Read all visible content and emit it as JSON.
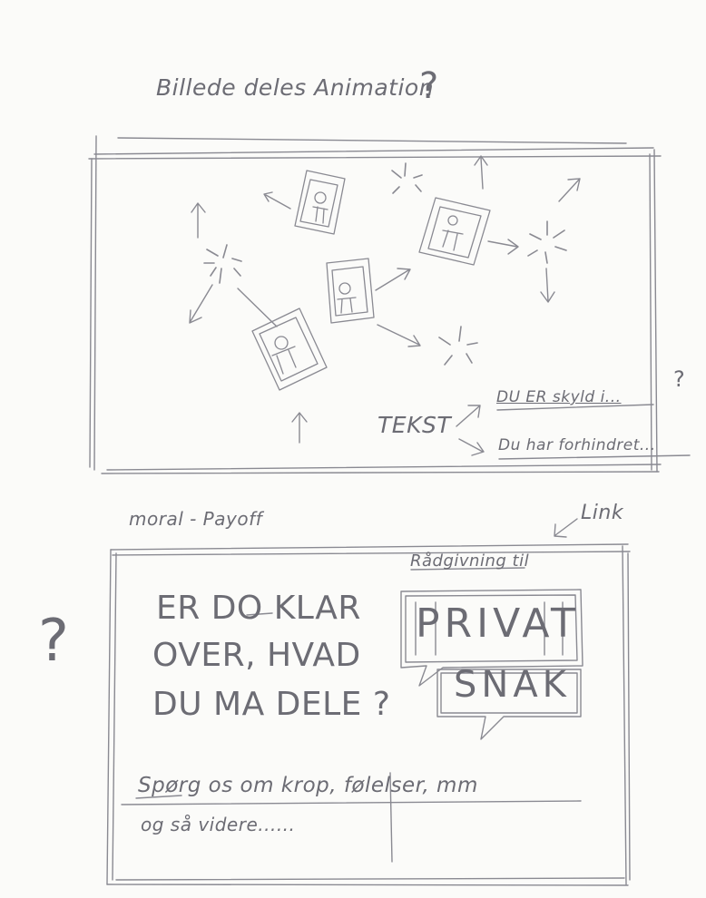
{
  "sketch_title": "Billede deles Animation",
  "title_question_mark": "?",
  "animation_panel": {
    "label": "TEKST",
    "option_1": "DU ER skyld i...",
    "option_2": "Du har forhindret...",
    "side_question_mark": "?"
  },
  "moral_panel": {
    "title": "moral - Payoff",
    "link_note": "Link",
    "side_question_mark": "?",
    "question_lines": [
      "ER DO KLAR",
      "OVER, HVAD",
      "DU MA DELE ?"
    ],
    "chat_caption": "Rådgivning til",
    "bubble_1": "PRIVAT",
    "bubble_2": "SNAK",
    "footer_line_1": "Spørg os om krop, følelser, mm",
    "footer_line_2": "og så videre......"
  }
}
